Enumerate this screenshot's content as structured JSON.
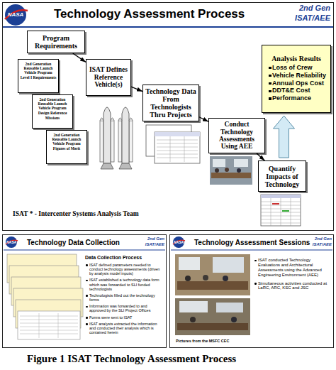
{
  "diagram": {
    "caption": "Figure 1 ISAT Technology Assessment Process",
    "nodes": [
      {
        "text": [
          "Technology Assessment Process",
          "ISAT * - Intercenter Systems Analysis Team"
        ]
      },
      {
        "text": [
          "Program Requirements"
        ],
        "in": 0
      },
      {
        "text": [
          "2nd Generation Reusable Launch Vehicle Program",
          "Level I Requirements"
        ],
        "in": 0
      },
      {
        "text": [
          "2nd Generation Reusable Launch Vehicle Program",
          "Design Reference Missions"
        ],
        "in": 0
      },
      {
        "text": [
          "2nd Generation Reusable Launch Vehicle Program",
          "Figures of Merit"
        ],
        "in": 0
      },
      {
        "text": [
          "ISAT Defines Reference Vehicle(s)"
        ],
        "in": 0
      },
      {
        "text": [
          "Technology Data From Technologists Thru Projects"
        ],
        "in": 0
      },
      {
        "text": [
          "Conduct Technology Assessments Using AEE"
        ],
        "in": 0
      },
      {
        "text": [
          "Quantify Impacts of Technology"
        ],
        "in": 0
      },
      {
        "text": [
          "Analysis Results",
          "Loss of Crew",
          "Vehicle Reliability",
          "Annual Ops Cost",
          "DDT&E Cost",
          "Performance"
        ],
        "in": 0
      },
      {
        "text": [
          "Technology Data Collection",
          "Data Collection Process",
          "ISAT defined parameters needed to conduct technology assessments (driven by analysis model inputs)",
          "ISAT established a technology data form which was forwarded to SLI funded technologists",
          "Technologists filled out the technology forms",
          "Information was forwarded to and approved by the SLI Project Offices",
          "Forms were sent to ISAT",
          "ISAT analysts extracted the information and conducted their analysis which is contained herein"
        ]
      },
      {
        "text": [
          "Technology Assessment Sessions",
          "ISAT conducted Technology Evaluations and Architectural Assessments using the Advanced Engineering Environment (AEE)",
          "Simultaneous activities conducted at LaRC, ARC, KSC and JSC",
          "Pictures from the MSFC CEC"
        ]
      }
    ],
    "edges": [
      {
        "from": 1,
        "to": 5,
        "arrow": "to"
      },
      {
        "from": 5,
        "to": 6,
        "arrow": "to"
      },
      {
        "from": 6,
        "to": 7,
        "arrow": "to"
      },
      {
        "from": 7,
        "to": 8,
        "arrow": "to"
      },
      {
        "from": 8,
        "to": 9,
        "arrow": "to"
      }
    ],
    "labels": [
      "NASA",
      "2nd Gen",
      "ISAT/AEE",
      "NASA",
      "2nd Gen",
      "ISAT/AEE",
      "NASA",
      "2nd Gen",
      "ISAT/AEE"
    ]
  }
}
